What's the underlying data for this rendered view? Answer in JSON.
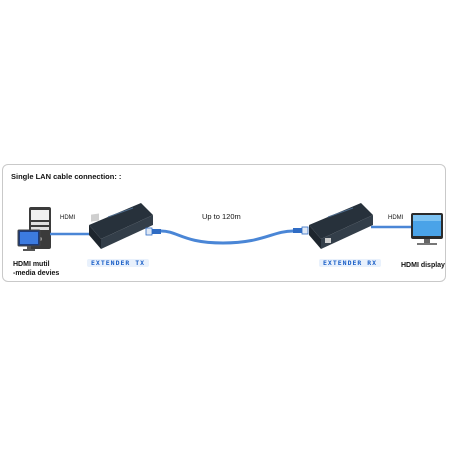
{
  "diagram": {
    "heading": "Single LAN cable connection: :",
    "source_label_line1": "HDMI mutil",
    "source_label_line2": "-media devies",
    "display_label": "HDMI display",
    "hdmi_left": "HDMI",
    "hdmi_right": "HDMI",
    "distance": "Up to 120m",
    "tx_badge": "EXTENDER TX",
    "rx_badge": "EXTENDER RX"
  },
  "colors": {
    "cable": "#4a86d6",
    "cable_dark": "#2f6cc4",
    "device": "#2a3540",
    "badge_text": "#1a5fc7"
  },
  "icons": [
    "pc-tower-icon",
    "monitor-icon",
    "transmitter-device-icon",
    "receiver-device-icon",
    "rj45-plug-icon"
  ]
}
